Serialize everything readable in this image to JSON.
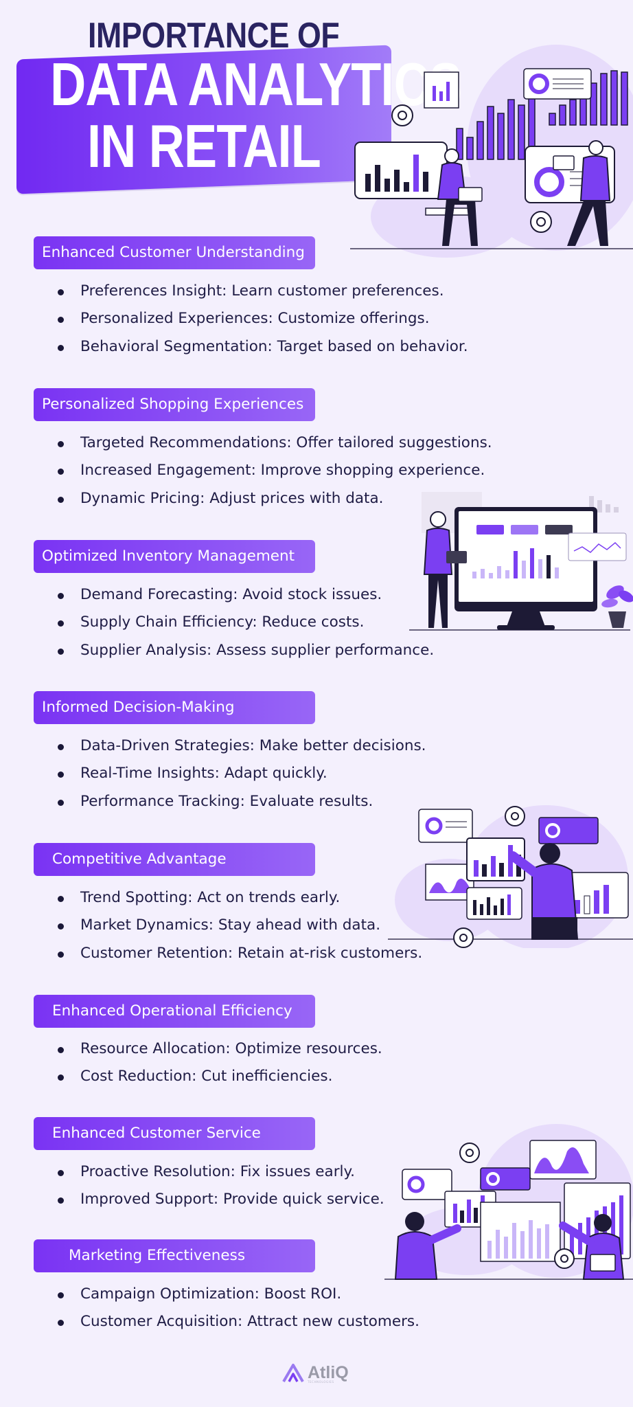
{
  "header": {
    "title_top": "IMPORTANCE OF",
    "title_line1": "DATA ANALYTICS",
    "title_line2": "IN RETAIL"
  },
  "sections": [
    {
      "heading": "Enhanced Customer Understanding",
      "bullets": [
        "Preferences Insight: Learn customer preferences.",
        "Personalized Experiences: Customize offerings.",
        "Behavioral Segmentation: Target based on behavior."
      ]
    },
    {
      "heading": "Personalized Shopping Experiences",
      "bullets": [
        "Targeted Recommendations: Offer tailored suggestions.",
        "Increased Engagement: Improve shopping experience.",
        "Dynamic Pricing: Adjust prices with data."
      ]
    },
    {
      "heading": "Optimized Inventory Management",
      "bullets": [
        "Demand Forecasting: Avoid stock issues.",
        "Supply Chain Efficiency: Reduce costs.",
        "Supplier Analysis: Assess supplier performance."
      ]
    },
    {
      "heading": "Informed Decision-Making",
      "bullets": [
        "Data-Driven Strategies: Make better decisions.",
        "Real-Time Insights: Adapt quickly.",
        "Performance Tracking: Evaluate results."
      ]
    },
    {
      "heading": "Competitive Advantage",
      "bullets": [
        "Trend Spotting: Act on trends early.",
        "Market Dynamics: Stay ahead with data.",
        "Customer Retention: Retain at-risk customers."
      ]
    },
    {
      "heading": "Enhanced Operational Efficiency",
      "bullets": [
        "Resource Allocation: Optimize resources.",
        "Cost Reduction: Cut inefficiencies."
      ]
    },
    {
      "heading": "Enhanced Customer Service",
      "bullets": [
        "Proactive Resolution: Fix issues early.",
        "Improved Support: Provide quick service."
      ]
    },
    {
      "heading": "Marketing Effectiveness",
      "bullets": [
        "Campaign Optimization: Boost ROI.",
        "Customer Acquisition: Attract new customers."
      ]
    }
  ],
  "footer": {
    "logo_name": "AtliQ",
    "logo_tagline": "TECHNOLOGIES"
  },
  "colors": {
    "background": "#f4f0fd",
    "accent": "#7a33f3",
    "title_dark": "#2a2461",
    "text": "#1f1c45"
  }
}
